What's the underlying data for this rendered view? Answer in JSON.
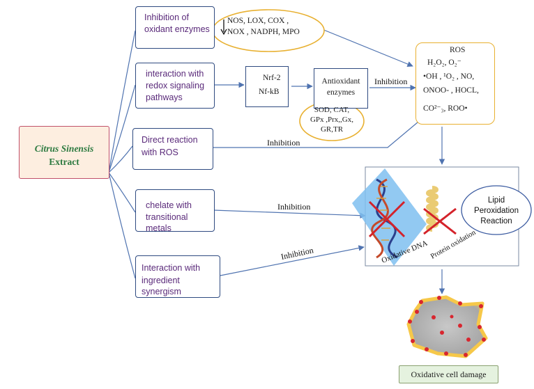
{
  "source": {
    "title": "Citrus Sinensis",
    "subtitle": "Extract"
  },
  "mechanisms": [
    {
      "line1": "Inhibition of",
      "line2": "oxidant enzymes",
      "line3": ""
    },
    {
      "line1": "interaction with",
      "line2": "redox signaling",
      "line3": "pathways"
    },
    {
      "line1": "Direct reaction",
      "line2": "with ROS",
      "line3": ""
    },
    {
      "line1": "chelate with",
      "line2": "transitional metals",
      "line3": ""
    },
    {
      "line1": "Interaction with",
      "line2": "ingredient synergism",
      "line3": ""
    }
  ],
  "oxidant_enzymes": {
    "line1": "NOS, LOX,  COX ,",
    "line2": "NOX , NADPH, MPO"
  },
  "signaling": {
    "nrf2": "Nrf-2",
    "nfkb": "Nf-kB"
  },
  "antioxidant": {
    "line1": "Antioxidant",
    "line2": "enzymes"
  },
  "antioxidant_list": {
    "line1": "SOD, CAT,",
    "line2": "GPx ,Prx,,Gx,",
    "line3": "GR,TR"
  },
  "ros": {
    "title": "ROS",
    "line1": "H₂O₂, O₂⁻",
    "line2": "•OH , ¹O₂ ,  NO,",
    "line3": "ONOO- , HOCL,",
    "line4": "CO²⁻₃, ROO•"
  },
  "inhibition": "Inhibition",
  "lipid": {
    "line1": "Lipid",
    "line2": "Peroxidation",
    "line3": "Reaction"
  },
  "dna_label": "Oxidative DNA",
  "protein_label": "Protein oxidation",
  "outcome": "Oxidative cell damage",
  "colors": {
    "arrow": "#4f73b0",
    "purple_text": "#5a2a7a",
    "source_fill": "#fdeee0",
    "source_border": "#c0506a",
    "ellipse_border": "#e8b030",
    "dna_panel": "#7fbff0",
    "outcome_fill": "#e5f2df"
  }
}
